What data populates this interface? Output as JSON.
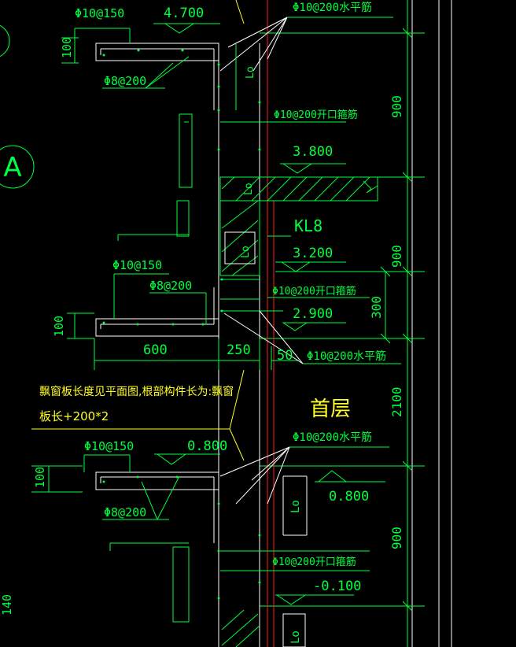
{
  "colors": {
    "background": "#000000",
    "green": "#00ff3c",
    "white": "#ffffff",
    "red": "#ff2020",
    "yellow": "#ffff22"
  },
  "grid_axis": {
    "label": "A"
  },
  "elevations": {
    "e1": "4.700",
    "e2": "3.800",
    "e3": "3.200",
    "e4": "2.900",
    "e5": "0.800",
    "e6": "0.800",
    "e7": "-0.100"
  },
  "rebar": {
    "top_slab_1": "Φ10@150",
    "top_hbar_1": "Φ10@200水平筋",
    "bot_slab_1": "Φ8@200",
    "stirrup_1": "Φ10@200开口箍筋",
    "top_slab_2": "Φ10@150",
    "bot_slab_2": "Φ8@200",
    "stirrup_2": "Φ10@200开口箍筋",
    "hbar_2": "Φ10@200水平筋",
    "top_slab_3": "Φ10@150",
    "top_hbar_3": "Φ10@200水平筋",
    "bot_slab_3": "Φ8@200",
    "stirrup_3": "Φ10@200开口箍筋"
  },
  "beam": {
    "label": "KL8"
  },
  "dims": {
    "d100a": "100",
    "d100b": "100",
    "d100c": "100",
    "d600": "600",
    "d250": "250",
    "d50": "50",
    "d300": "300",
    "d900a": "900",
    "d900b": "900",
    "d900c": "900",
    "d2100": "2100",
    "d140": "140"
  },
  "lap": {
    "lo": "Lo"
  },
  "note": {
    "line1": "飘窗板长度见平面图,根部构件长为:飘窗",
    "line2": "板长+200*2"
  },
  "floor": {
    "label": "首层"
  }
}
